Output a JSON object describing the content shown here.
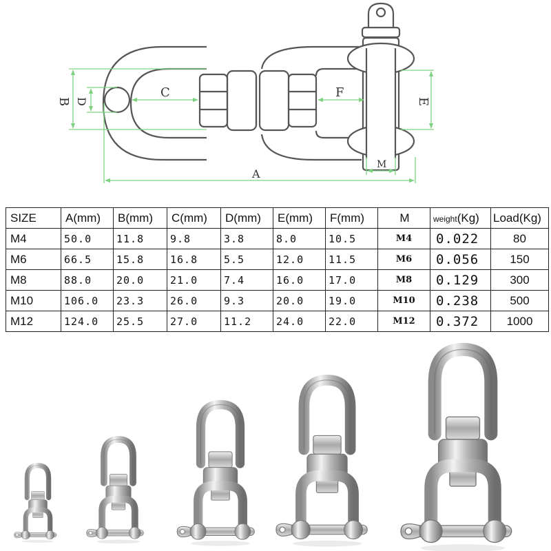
{
  "diagram": {
    "labels": {
      "A": "A",
      "B": "B",
      "C": "C",
      "D": "D",
      "E": "E",
      "F": "F",
      "M": "M"
    }
  },
  "table": {
    "headers": {
      "size": "SIZE",
      "a": "A(mm)",
      "b": "B(mm)",
      "c": "C(mm)",
      "d": "D(mm)",
      "e": "E(mm)",
      "f": "F(mm)",
      "m": "M",
      "weight_word": "weight",
      "weight_unit": "(Kg)",
      "load": "Load(Kg)"
    },
    "rows": [
      {
        "size": "M4",
        "a": "50.0",
        "b": "11.8",
        "c": "9.8",
        "d": "3.8",
        "e": "8.0",
        "f": "10.5",
        "m": "M4",
        "weight": "0.022",
        "load": "80"
      },
      {
        "size": "M6",
        "a": "66.5",
        "b": "15.8",
        "c": "16.8",
        "d": "5.5",
        "e": "12.0",
        "f": "11.5",
        "m": "M6",
        "weight": "0.056",
        "load": "150"
      },
      {
        "size": "M8",
        "a": "88.0",
        "b": "20.0",
        "c": "21.0",
        "d": "7.4",
        "e": "16.0",
        "f": "17.0",
        "m": "M8",
        "weight": "0.129",
        "load": "300"
      },
      {
        "size": "M10",
        "a": "106.0",
        "b": "23.3",
        "c": "26.0",
        "d": "9.3",
        "e": "20.0",
        "f": "19.0",
        "m": "M10",
        "weight": "0.238",
        "load": "500"
      },
      {
        "size": "M12",
        "a": "124.0",
        "b": "25.5",
        "c": "27.0",
        "d": "11.2",
        "e": "24.0",
        "f": "22.0",
        "m": "M12",
        "weight": "0.372",
        "load": "1000"
      }
    ]
  },
  "colors": {
    "dimension_line": "#7fd27f",
    "outline": "#555555",
    "table_border": "#222222",
    "steel_light": "#f2f2f2",
    "steel_dark": "#8a8a8a"
  },
  "icons": {
    "diagram": "swivel-shackle-technical-drawing-icon",
    "product": "swivel-eye-jaw-shackle-photo-icon"
  }
}
